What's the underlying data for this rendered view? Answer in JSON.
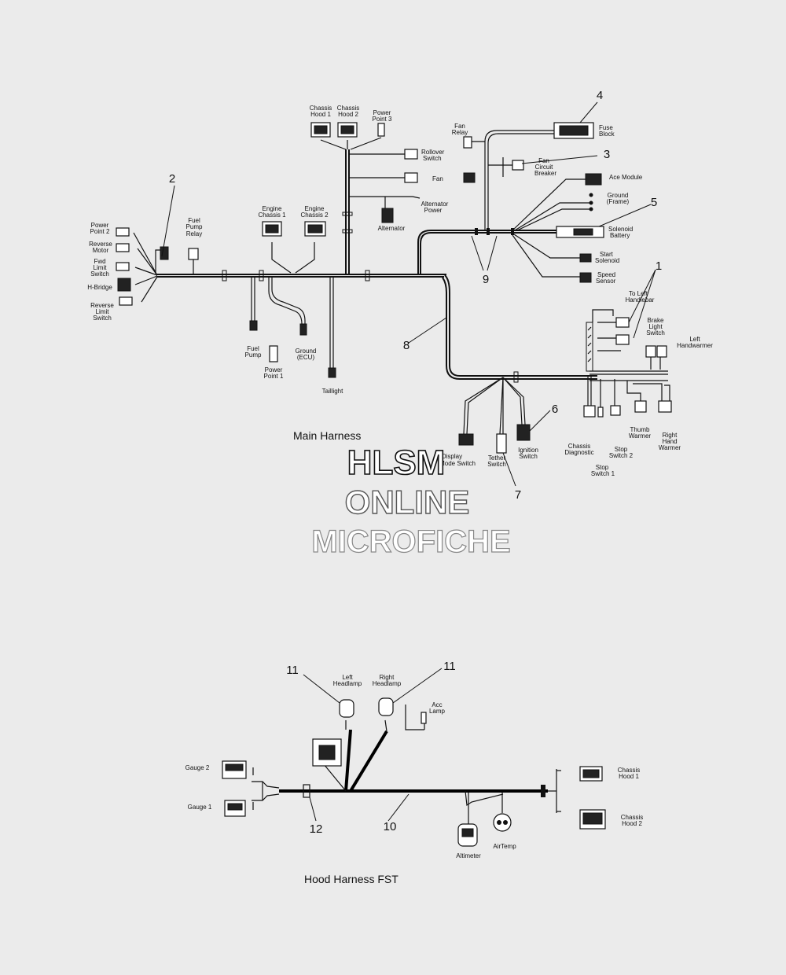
{
  "main": {
    "title": "Main Harness",
    "labels": {
      "chassis_hood_1": [
        "Chassis",
        "Hood 1"
      ],
      "chassis_hood_2": [
        "Chassis",
        "Hood 2"
      ],
      "power_point_3": [
        "Power",
        "Point 3"
      ],
      "rollover_switch": [
        "Rollover",
        "Switch"
      ],
      "fan": [
        "Fan"
      ],
      "alternator_power": [
        "Alternator",
        "Power"
      ],
      "alternator": [
        "Alternator"
      ],
      "fan_relay": [
        "Fan",
        "Relay"
      ],
      "fuse_block": [
        "Fuse",
        "Block"
      ],
      "fan_circuit_breaker": [
        "Fan",
        "Circuit",
        "Breaker"
      ],
      "ace_module": [
        "Ace Module"
      ],
      "ground_frame": [
        "Ground",
        "(Frame)"
      ],
      "solenoid_battery": [
        "Solenoid",
        "Battery"
      ],
      "start_solenoid": [
        "Start",
        "Solenoid"
      ],
      "speed_sensor": [
        "Speed",
        "Sensor"
      ],
      "to_left_handlebar": [
        "To Left",
        "Handlebar"
      ],
      "brake_light_switch": [
        "Brake",
        "Light",
        "Switch"
      ],
      "left_handwarmer": [
        "Left",
        "Handwarmer"
      ],
      "thumb_warmer": [
        "Thumb",
        "Warmer"
      ],
      "right_hand_warmer": [
        "Right",
        "Hand",
        "Warmer"
      ],
      "stop_switch_2": [
        "Stop",
        "Switch 2"
      ],
      "stop_switch_1": [
        "Stop",
        "Switch 1"
      ],
      "chassis_diagnostic": [
        "Chassis",
        "Diagnostic"
      ],
      "ignition_switch": [
        "Ignition",
        "Switch"
      ],
      "tether_switch": [
        "Tether",
        "Switch"
      ],
      "display_mode_switch": [
        "Display",
        "Mode Switch"
      ],
      "taillight": [
        "Taillight"
      ],
      "ground_ecu": [
        "Ground",
        "(ECU)"
      ],
      "power_point_1": [
        "Power",
        "Point 1"
      ],
      "fuel_pump": [
        "Fuel",
        "Pump"
      ],
      "engine_chassis_1": [
        "Engine",
        "Chassis 1"
      ],
      "engine_chassis_2": [
        "Engine",
        "Chassis 2"
      ],
      "fuel_pump_relay": [
        "Fuel",
        "Pump",
        "Relay"
      ],
      "power_point_2": [
        "Power",
        "Point 2"
      ],
      "reverse_motor": [
        "Reverse",
        "Motor"
      ],
      "fwd_limit_switch": [
        "Fwd",
        "Limit",
        "Switch"
      ],
      "h_bridge": [
        "H-Bridge"
      ],
      "reverse_limit_switch": [
        "Reverse",
        "Limit",
        "Switch"
      ]
    },
    "callouts": {
      "c1": "1",
      "c2": "2",
      "c3": "3",
      "c4": "4",
      "c5": "5",
      "c6": "6",
      "c7": "7",
      "c8": "8",
      "c9": "9"
    }
  },
  "watermark": {
    "line1": "HLSM",
    "line2": "ONLINE",
    "line3": "MICROFICHE"
  },
  "hood": {
    "title": "Hood Harness  FST",
    "labels": {
      "left_headlamp": [
        "Left",
        "Headlamp"
      ],
      "right_headlamp": [
        "Right",
        "Headlamp"
      ],
      "acc_lamp": [
        "Acc",
        "Lamp"
      ],
      "gauge_2": [
        "Gauge 2"
      ],
      "gauge_1": [
        "Gauge 1"
      ],
      "chassis_hood_1": [
        "Chassis",
        "Hood 1"
      ],
      "chassis_hood_2": [
        "Chassis",
        "Hood 2"
      ],
      "altimeter": [
        "Altimeter"
      ],
      "air_temp": [
        "AirTemp"
      ]
    },
    "callouts": {
      "c10": "10",
      "c11a": "11",
      "c11b": "11",
      "c12": "12"
    }
  }
}
